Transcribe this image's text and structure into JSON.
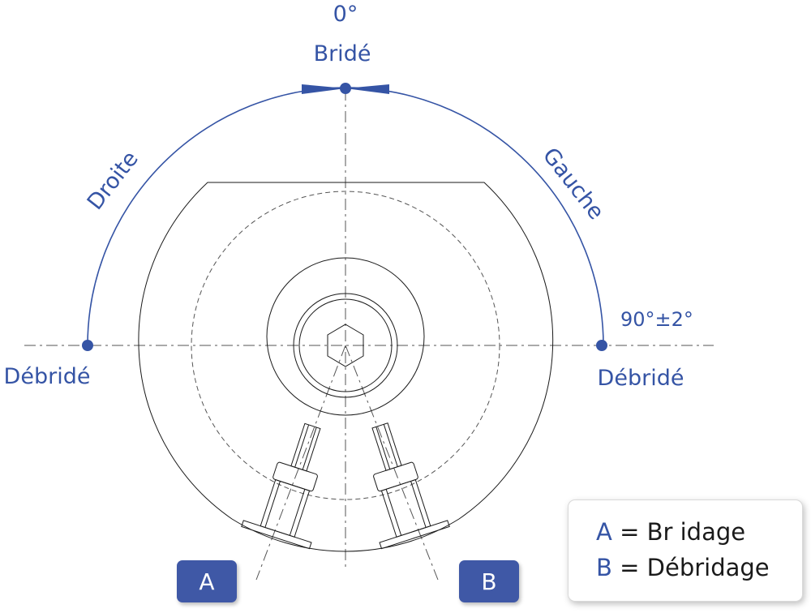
{
  "labels": {
    "angle_top": "0°",
    "clamped": "Bridé",
    "right_direction": "Droite",
    "left_direction": "Gauche",
    "angle_limit": "90°±2°",
    "unclamped_left": "Débridé",
    "unclamped_right": "Débridé"
  },
  "ports": {
    "a": "A",
    "b": "B"
  },
  "legend": [
    {
      "key": "A",
      "value": "= Br idage"
    },
    {
      "key": "B",
      "value": "= Débridage"
    }
  ],
  "colors": {
    "accent": "#3f58a6",
    "line": "#1a1a1a"
  },
  "icons": {
    "center": "hex-socket-icon"
  }
}
